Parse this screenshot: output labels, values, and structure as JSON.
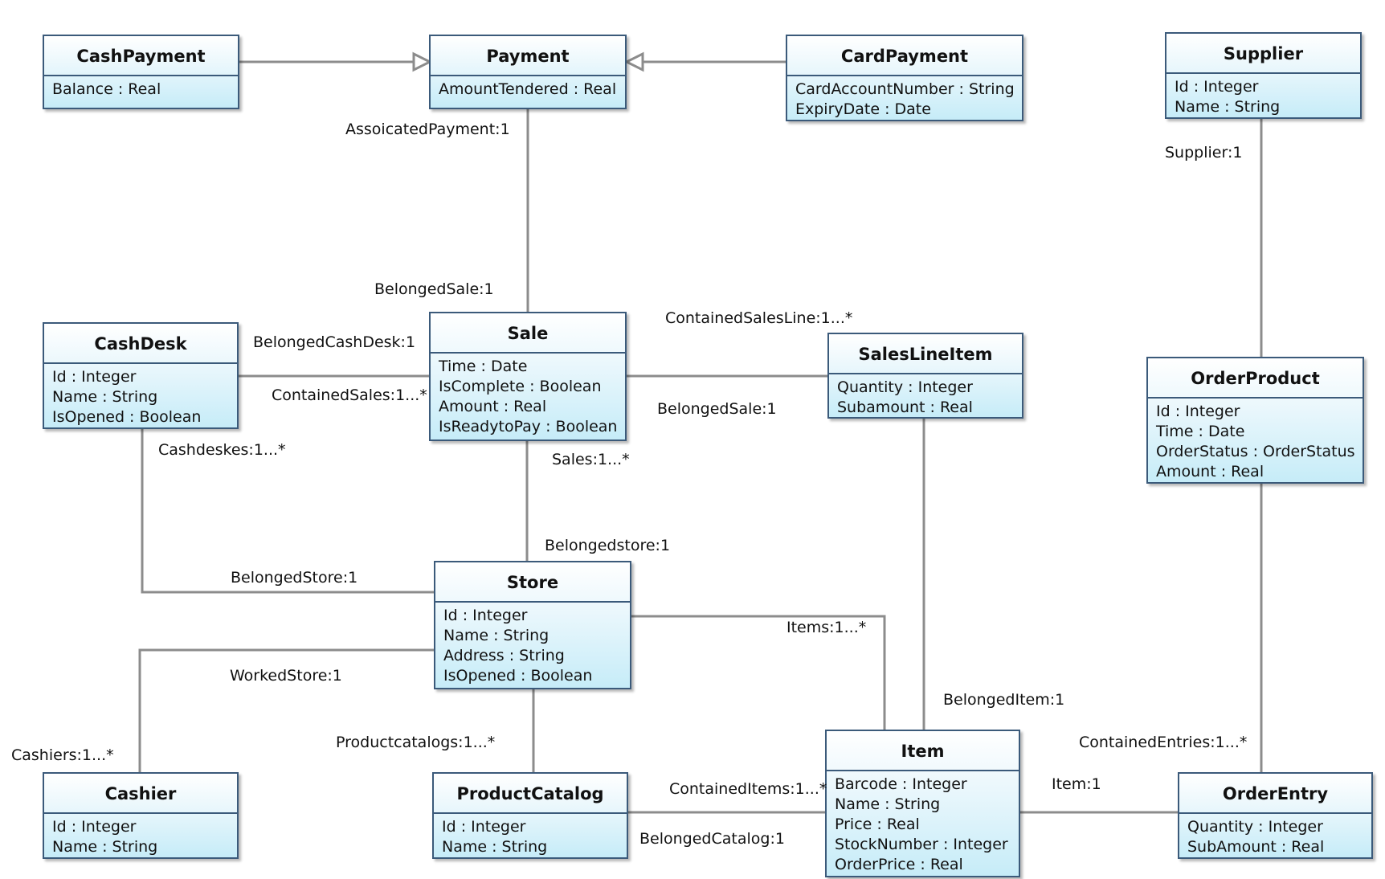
{
  "classes": {
    "cashpayment": {
      "name": "CashPayment",
      "attrs": [
        "Balance : Real"
      ]
    },
    "payment": {
      "name": "Payment",
      "attrs": [
        "AmountTendered : Real"
      ]
    },
    "cardpayment": {
      "name": "CardPayment",
      "attrs": [
        "CardAccountNumber : String",
        "ExpiryDate : Date"
      ]
    },
    "supplier": {
      "name": "Supplier",
      "attrs": [
        "Id : Integer",
        "Name : String"
      ]
    },
    "cashdesk": {
      "name": "CashDesk",
      "attrs": [
        "Id : Integer",
        "Name : String",
        "IsOpened : Boolean"
      ]
    },
    "sale": {
      "name": "Sale",
      "attrs": [
        "Time : Date",
        "IsComplete : Boolean",
        "Amount : Real",
        "IsReadytoPay : Boolean"
      ]
    },
    "saleslineitem": {
      "name": "SalesLineItem",
      "attrs": [
        "Quantity : Integer",
        "Subamount : Real"
      ]
    },
    "orderproduct": {
      "name": "OrderProduct",
      "attrs": [
        "Id : Integer",
        "Time : Date",
        "OrderStatus : OrderStatus",
        "Amount : Real"
      ]
    },
    "store": {
      "name": "Store",
      "attrs": [
        "Id : Integer",
        "Name : String",
        "Address : String",
        "IsOpened : Boolean"
      ]
    },
    "cashier": {
      "name": "Cashier",
      "attrs": [
        "Id : Integer",
        "Name : String"
      ]
    },
    "productcatalog": {
      "name": "ProductCatalog",
      "attrs": [
        "Id : Integer",
        "Name : String"
      ]
    },
    "item": {
      "name": "Item",
      "attrs": [
        "Barcode : Integer",
        "Name : String",
        "Price : Real",
        "StockNumber : Integer",
        "OrderPrice : Real"
      ]
    },
    "orderentry": {
      "name": "OrderEntry",
      "attrs": [
        "Quantity : Integer",
        "SubAmount : Real"
      ]
    }
  },
  "labels": {
    "associated_payment": "AssoicatedPayment:1",
    "belonged_sale_payment": "BelongedSale:1",
    "supplier": "Supplier:1",
    "belonged_cashdesk": "BelongedCashDesk:1",
    "contained_sales": "ContainedSales:1...*",
    "contained_salesline": "ContainedSalesLine:1...*",
    "belonged_sale_line": "BelongedSale:1",
    "cashdeskes": "Cashdeskes:1...*",
    "sales": "Sales:1...*",
    "belongedstore_sale": "Belongedstore:1",
    "belongedstore_desk": "BelongedStore:1",
    "items": "Items:1...*",
    "workedstore": "WorkedStore:1",
    "belongeditem": "BelongedItem:1",
    "cashiers": "Cashiers:1...*",
    "productcatalogs": "Productcatalogs:1...*",
    "contained_entries": "ContainedEntries:1...*",
    "item_one": "Item:1",
    "contained_items": "ContainedItems:1...*",
    "belonged_catalog": "BelongedCatalog:1"
  }
}
